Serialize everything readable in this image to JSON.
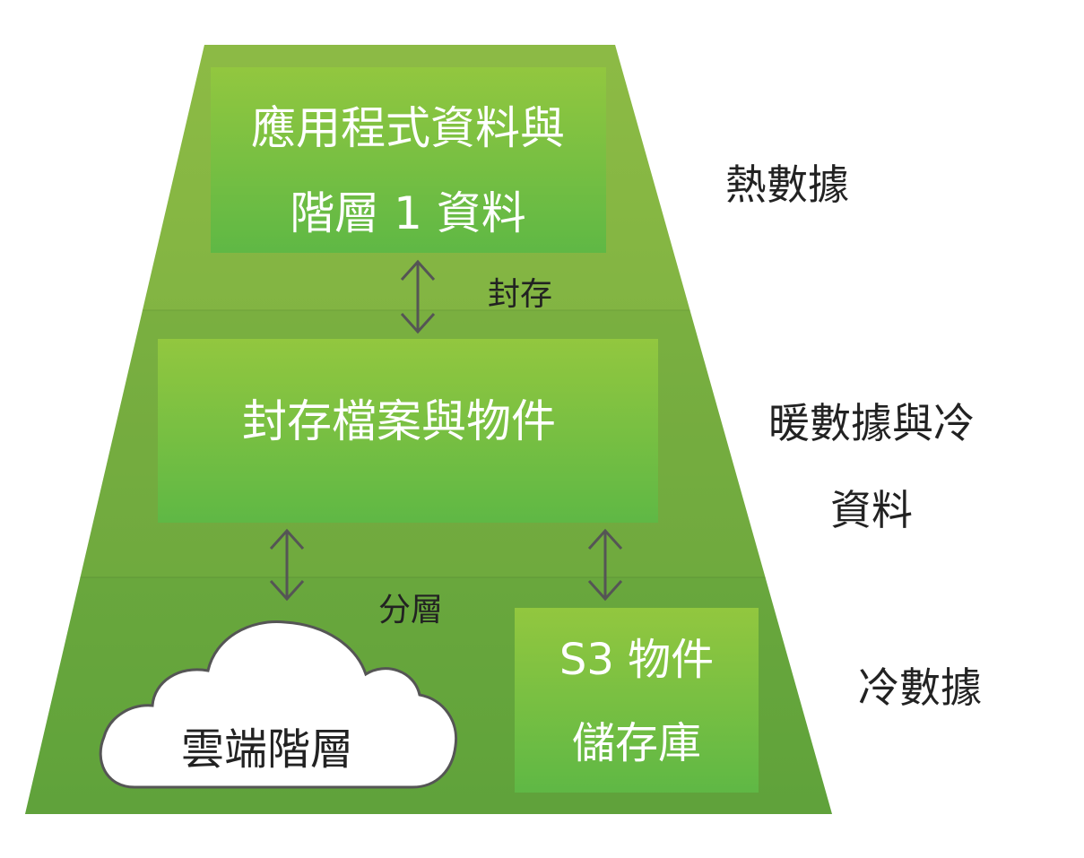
{
  "diagram": {
    "tiers": {
      "hot": {
        "label": "熱數據",
        "box_line1": "應用程式資料與",
        "box_line2": "階層 1 資料"
      },
      "warm": {
        "label_line1": "暖數據與冷",
        "label_line2": "資料",
        "box_text": "封存檔案與物件"
      },
      "cold": {
        "label": "冷數據",
        "cloud_text": "雲端階層",
        "s3_line1": "S3 物件",
        "s3_line2": "儲存庫"
      }
    },
    "arrows": {
      "archive_label": "封存",
      "tiering_label": "分層"
    },
    "colors": {
      "trapezoid_top": "#8dbb45",
      "trapezoid_mid": "#7aae3f",
      "trapezoid_bottom": "#63a63c",
      "box_top": "#92c73f",
      "box_bottom": "#5fb845",
      "arrow": "#555555",
      "cloud_fill": "#ffffff",
      "cloud_stroke": "#555555"
    }
  }
}
